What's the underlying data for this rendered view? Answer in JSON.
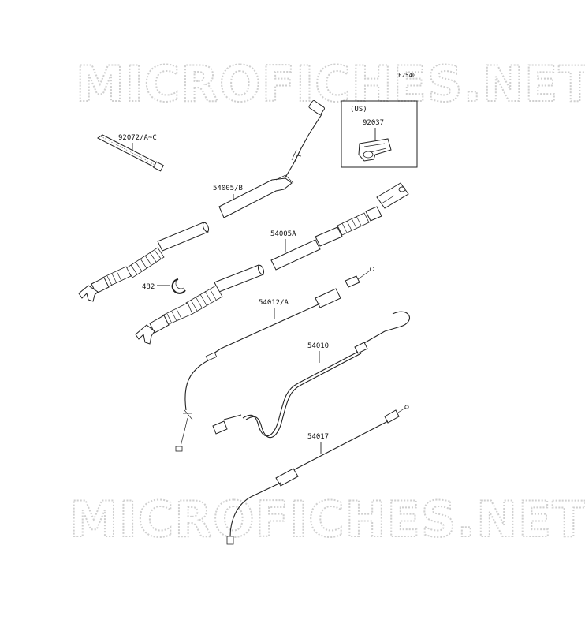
{
  "watermark": {
    "text": "MICROFICHES.NET"
  },
  "figure": {
    "code": "F2540"
  },
  "inset": {
    "region": "(US)",
    "part": "92037"
  },
  "parts": [
    {
      "number": "92072/A~C"
    },
    {
      "number": "54005/B"
    },
    {
      "number": "54005A"
    },
    {
      "number": "482"
    },
    {
      "number": "54012/A"
    },
    {
      "number": "54010"
    },
    {
      "number": "54017"
    }
  ]
}
